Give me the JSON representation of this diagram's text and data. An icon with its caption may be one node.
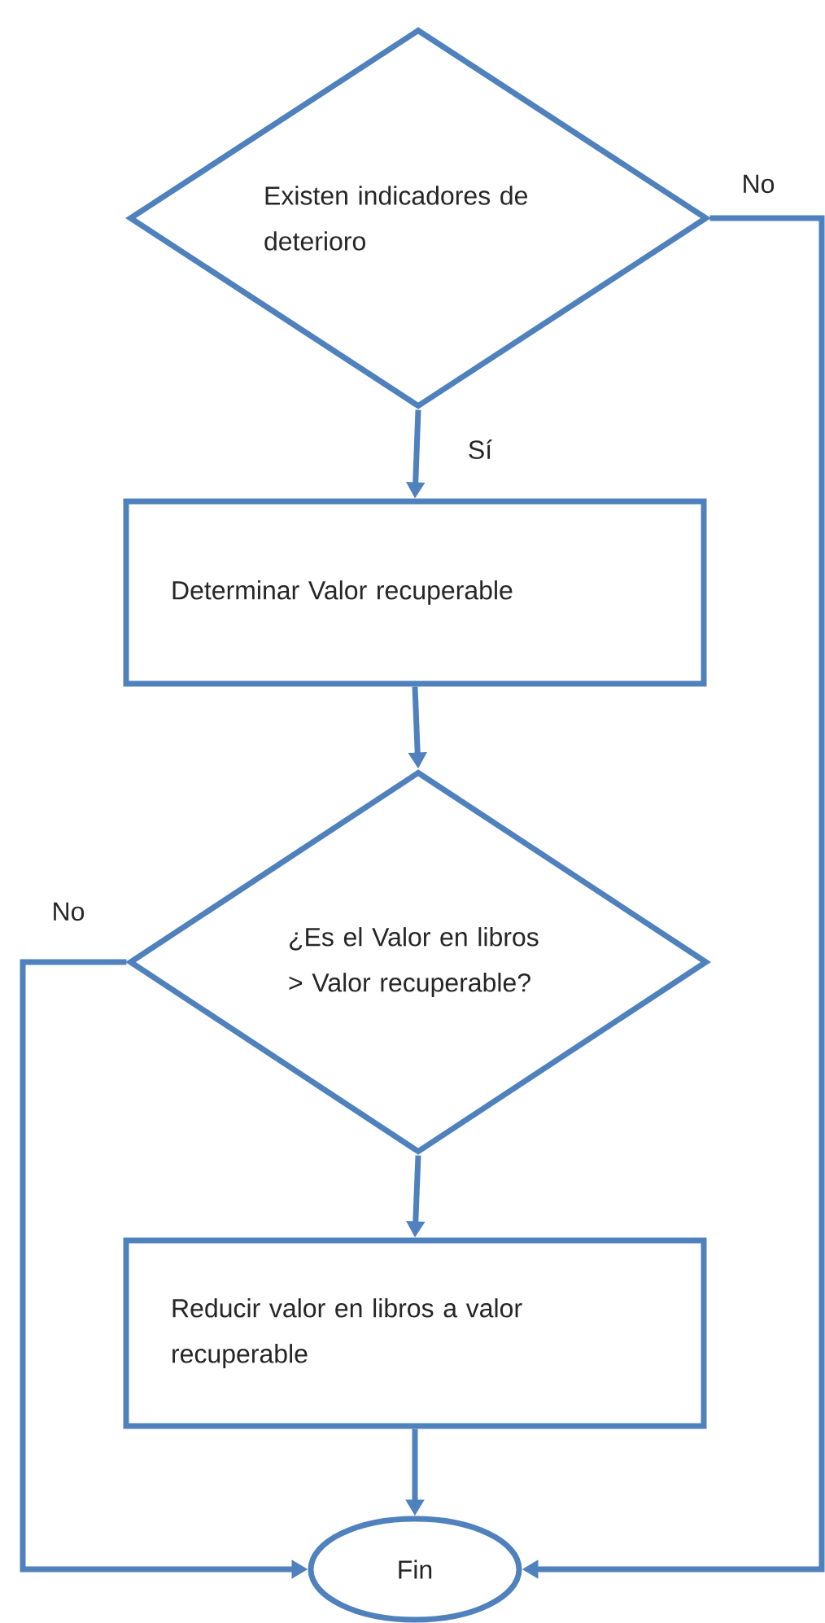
{
  "diagram": {
    "nodes": [
      {
        "text": [
          "Existen indicadores de deterioro"
        ]
      },
      {
        "text": [
          "Determinar Valor recuperable"
        ]
      },
      {
        "text": [
          "¿Es el Valor en libros > Valor recuperable?"
        ]
      },
      {
        "text": [
          "Reducir valor en libros a valor recuperable"
        ]
      },
      {
        "text": [
          "Fin"
        ]
      }
    ],
    "edges": [
      {
        "from": 0,
        "to": 1,
        "arrow": "to",
        "label": "Sí"
      },
      {
        "from": 1,
        "to": 2,
        "arrow": "to"
      },
      {
        "from": 2,
        "to": 3,
        "arrow": "to"
      },
      {
        "from": 3,
        "to": 4,
        "arrow": "to"
      },
      {
        "from": 2,
        "to": 4,
        "arrow": "to",
        "label": "No"
      },
      {
        "from": 0,
        "to": 4,
        "arrow": "to",
        "label": "No"
      }
    ]
  }
}
